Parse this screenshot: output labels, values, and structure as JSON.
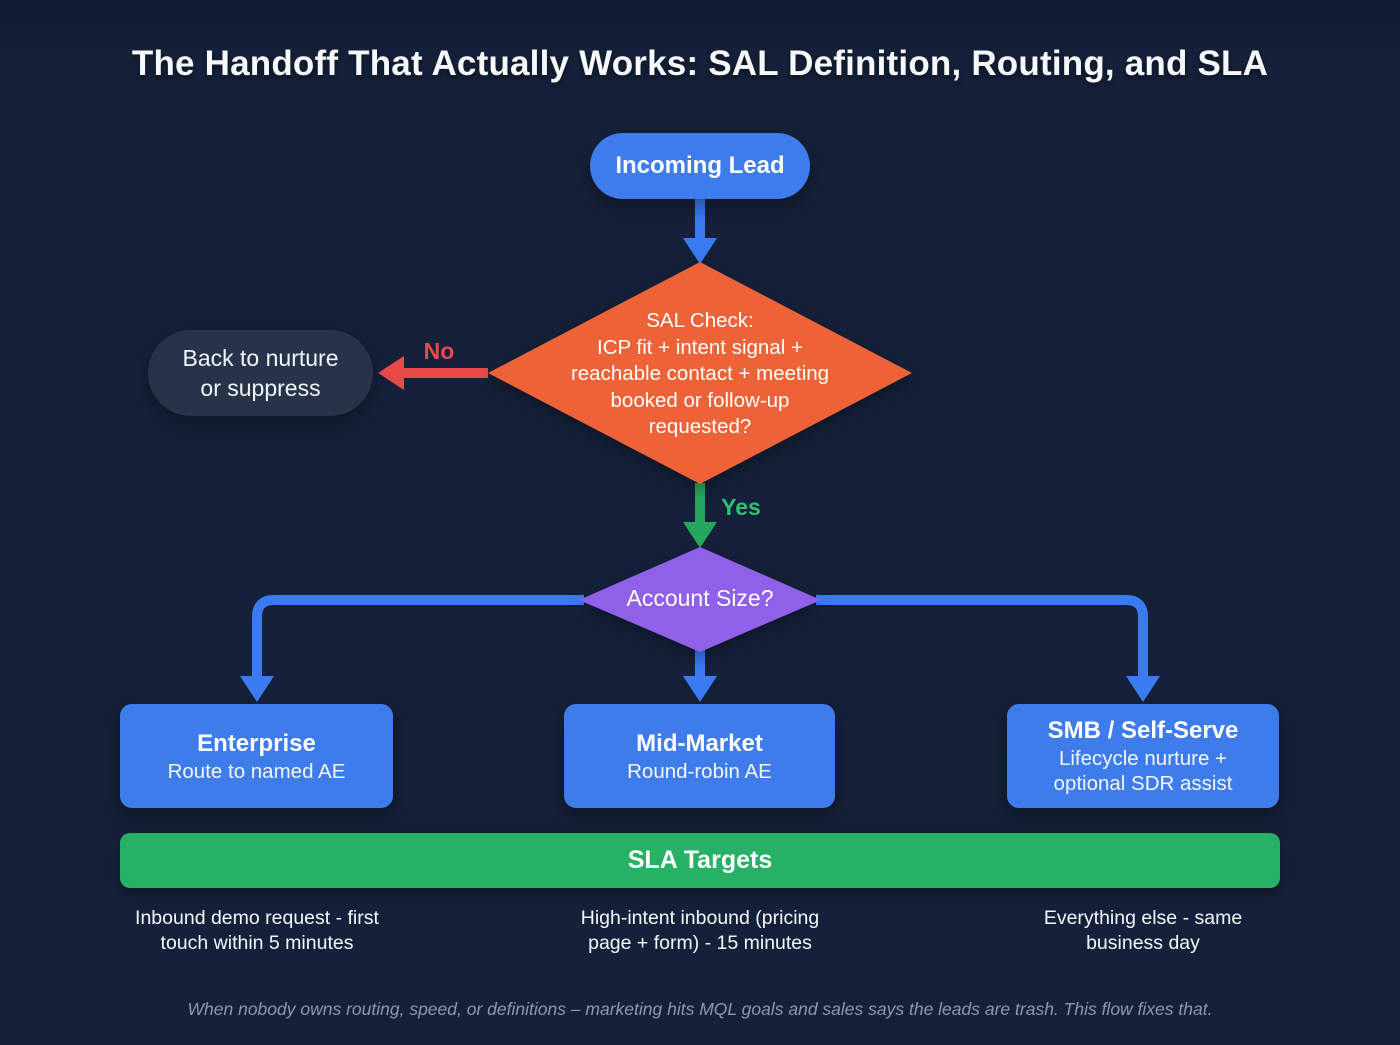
{
  "title": "The Handoff That Actually Works: SAL Definition, Routing, and SLA",
  "colors": {
    "background": "#15213a",
    "node_blue": "#3e7ceb",
    "edge_blue": "#3a7bf2",
    "orange": "#ee6238",
    "purple": "#8f61e8",
    "green_bar": "#26b164",
    "green_edge": "#25a85e",
    "red": "#e84a4a",
    "nurture_bg": "#263349",
    "muted_text": "#8a99b0"
  },
  "nodes": {
    "incoming_lead": {
      "label": "Incoming Lead"
    },
    "sal_check": {
      "label": "SAL Check:\nICP fit + intent signal +\nreachable contact + meeting\nbooked or follow-up\nrequested?"
    },
    "nurture": {
      "label": "Back to nurture\nor suppress"
    },
    "account_size": {
      "label": "Account Size?"
    },
    "enterprise": {
      "title": "Enterprise",
      "subtitle": "Route to named AE"
    },
    "mid_market": {
      "title": "Mid-Market",
      "subtitle": "Round-robin AE"
    },
    "smb": {
      "title": "SMB / Self-Serve",
      "subtitle": "Lifecycle nurture +\noptional SDR assist"
    }
  },
  "edges": {
    "no_label": "No",
    "yes_label": "Yes"
  },
  "sla": {
    "header": "SLA Targets",
    "targets": [
      "Inbound demo request - first\ntouch within 5 minutes",
      "High-intent inbound (pricing\npage + form) - 15 minutes",
      "Everything else - same\nbusiness day"
    ]
  },
  "footer": "When nobody owns routing, speed, or definitions – marketing hits MQL goals and sales says the leads are trash. This flow fixes that."
}
